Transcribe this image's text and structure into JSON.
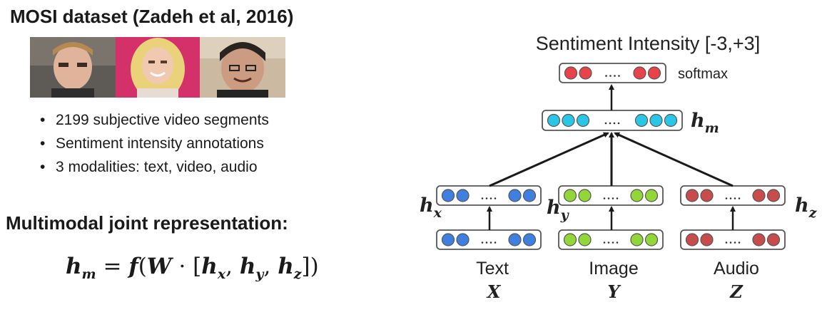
{
  "left": {
    "title": "MOSI dataset (Zadeh et al, 2016)",
    "bullets": [
      "2199 subjective video segments",
      "Sentiment intensity annotations",
      "3 modalities: text, video, audio"
    ],
    "subtitle": "Multimodal joint representation:",
    "formula": {
      "lhs": "h",
      "lhs_sub": "m",
      "eq": " = ",
      "f": "f",
      "open": "(",
      "W": "W",
      "dot": " · [",
      "hx": "h",
      "hx_sub": "x",
      "c1": ", ",
      "hy": "h",
      "hy_sub": "y",
      "c2": ", ",
      "hz": "h",
      "hz_sub": "z",
      "close": "])"
    }
  },
  "diagram": {
    "output_label": "Sentiment Intensity [-3,+3]",
    "softmax_label": "softmax",
    "hm": {
      "base": "h",
      "sub": "m"
    },
    "hx": {
      "base": "h",
      "sub": "x"
    },
    "hy": {
      "base": "h",
      "sub": "y"
    },
    "hz": {
      "base": "h",
      "sub": "z"
    },
    "modalities": [
      {
        "name": "Text",
        "var": "X"
      },
      {
        "name": "Image",
        "var": "Y"
      },
      {
        "name": "Audio",
        "var": "Z"
      }
    ],
    "colors": {
      "softmax": "#e8424a",
      "fusion": "#29c6e6",
      "text": "#3f7fe0",
      "image": "#93d63a",
      "audio": "#c84c4c"
    }
  }
}
